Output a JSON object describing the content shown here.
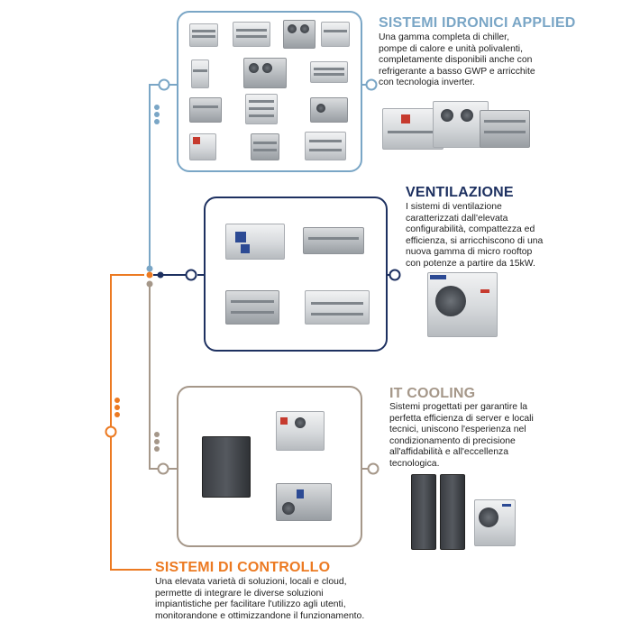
{
  "colors": {
    "applied": "#7aa6c6",
    "ventilation": "#1d3060",
    "it_cooling": "#a59789",
    "control": "#ec7a22"
  },
  "sections": {
    "applied": {
      "title": "SISTEMI IDRONICI APPLIED",
      "text": "Una gamma completa di chiller,\npompe di calore e unità polivalenti,\ncompletamente disponibili anche con\nrefrigerante a basso GWP e arricchite\ncon tecnologia inverter."
    },
    "ventilation": {
      "title": "VENTILAZIONE",
      "text": "I sistemi di ventilazione\ncaratterizzati dall'elevata\nconfigurabilità, compattezza ed\nefficienza, si arricchiscono di una\nnuova gamma  di micro rooftop\ncon potenze a partire da 15kW."
    },
    "it_cooling": {
      "title": "IT COOLING",
      "text": "Sistemi progettati per garantire la\nperfetta efficienza di server e locali\ntecnici, uniscono l'esperienza nel\ncondizionamento di precisione\nall'affidabilità e all'eccellenza\ntecnologica."
    },
    "control": {
      "title": "SISTEMI DI CONTROLLO",
      "text": "Una elevata varietà di soluzioni, locali e cloud,\npermette di integrare le diverse soluzioni\nimpiantistiche per facilitare l'utilizzo agli utenti,\nmonitorandone e ottimizzandone il funzionamento."
    }
  }
}
